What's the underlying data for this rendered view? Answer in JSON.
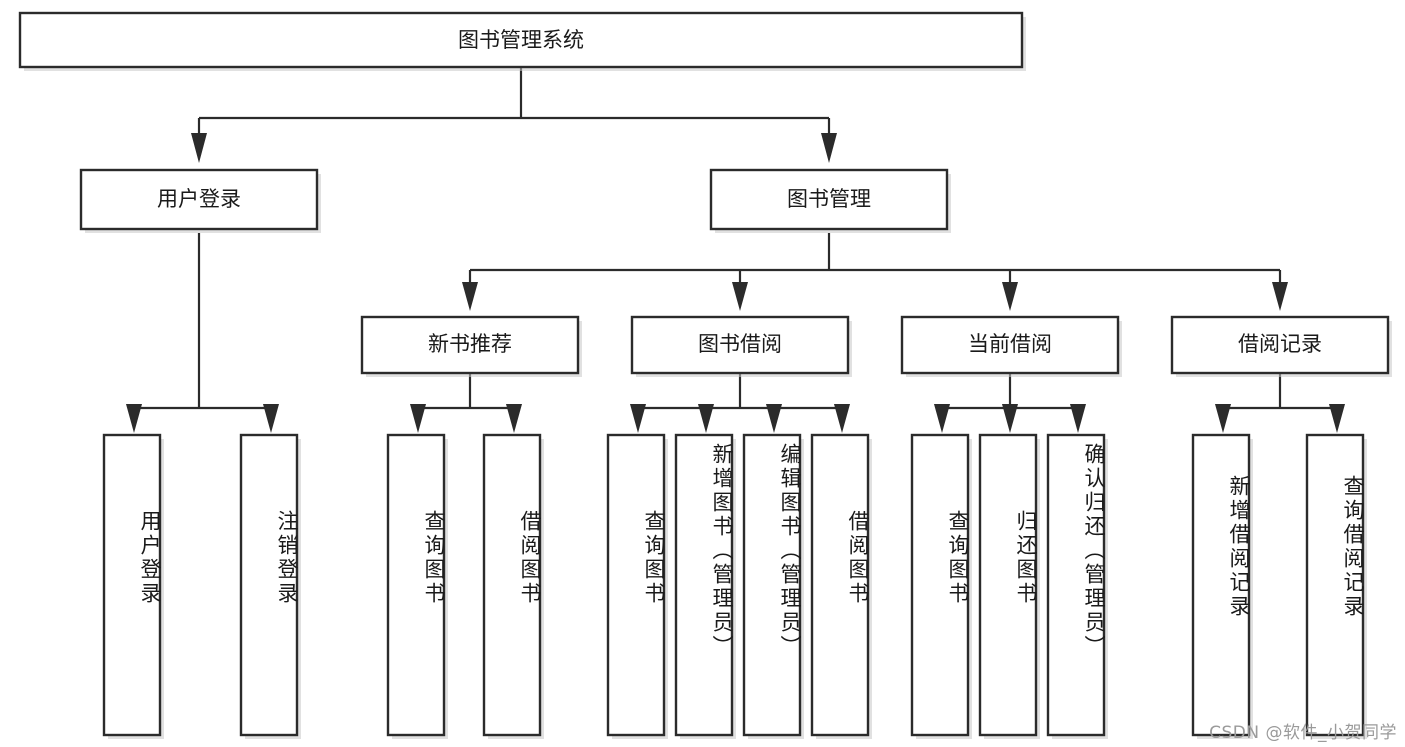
{
  "diagram": {
    "title": "图书管理系统",
    "type": "tree-hierarchy-diagram",
    "orientation": "top-down",
    "colors": {
      "box_border": "#2b2b2b",
      "box_fill": "#ffffff",
      "edge": "#2b2b2b",
      "text": "#1a1a1a",
      "background": "#ffffff",
      "watermark": "#9a9a9a"
    },
    "root": {
      "label": "图书管理系统"
    },
    "level2": [
      {
        "label": "用户登录"
      },
      {
        "label": "图书管理"
      }
    ],
    "level3": [
      {
        "label": "新书推荐"
      },
      {
        "label": "图书借阅"
      },
      {
        "label": "当前借阅"
      },
      {
        "label": "借阅记录"
      }
    ],
    "leaves": {
      "user_login": [
        {
          "label": "用户登录"
        },
        {
          "label": "注销登录"
        }
      ],
      "new_book_recommend": [
        {
          "label": "查询图书"
        },
        {
          "label": "借阅图书"
        }
      ],
      "book_borrow": [
        {
          "label": "查询图书"
        },
        {
          "label": "新增图书（管理员）"
        },
        {
          "label": "编辑图书（管理员）"
        },
        {
          "label": "借阅图书"
        }
      ],
      "current_borrow": [
        {
          "label": "查询图书"
        },
        {
          "label": "归还图书"
        },
        {
          "label": "确认归还（管理员）"
        }
      ],
      "borrow_record": [
        {
          "label": "新增借阅记录"
        },
        {
          "label": "查询借阅记录"
        }
      ]
    }
  },
  "watermark": {
    "text": "CSDN @软件_小贺同学"
  }
}
